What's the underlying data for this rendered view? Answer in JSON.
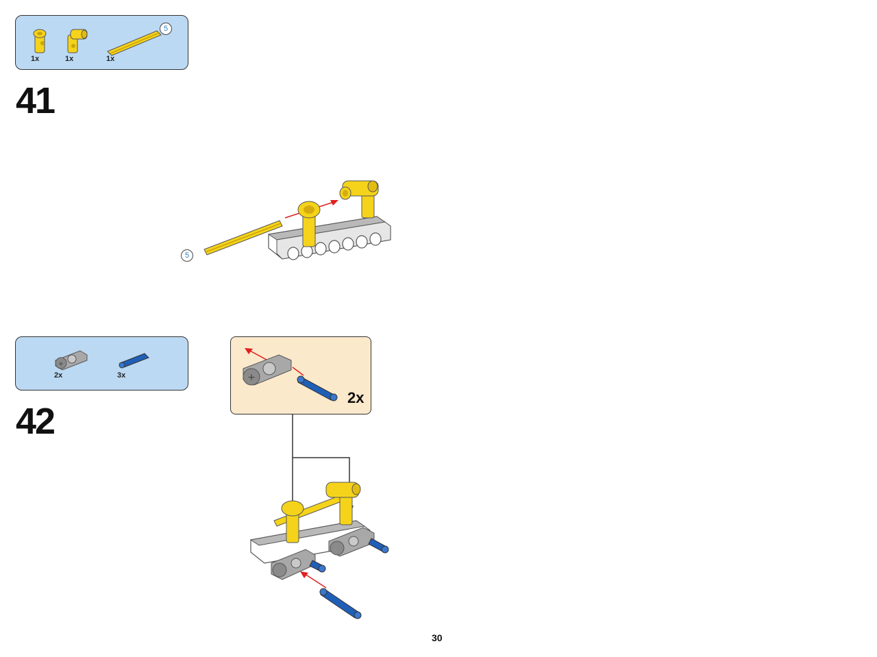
{
  "steps": [
    {
      "number": "41",
      "parts": [
        {
          "qty": "1x",
          "part": "yellow-connector-icon"
        },
        {
          "qty": "1x",
          "part": "yellow-angle-connector-icon"
        },
        {
          "qty": "1x",
          "part": "yellow-axle-icon",
          "length": "5"
        }
      ],
      "axle_length_label": "5"
    },
    {
      "number": "42",
      "parts": [
        {
          "qty": "2x",
          "part": "gray-pin-connector-icon"
        },
        {
          "qty": "3x",
          "part": "blue-pin-icon"
        }
      ],
      "callout_qty": "2x"
    }
  ],
  "page_number": "30",
  "colors": {
    "parts_box": "#bcd9f3",
    "callout": "#fbe9cb",
    "yellow": "#f5d31a",
    "blue": "#1f5fb8",
    "gray": "#9a9a9a",
    "arrow": "#e02020"
  }
}
